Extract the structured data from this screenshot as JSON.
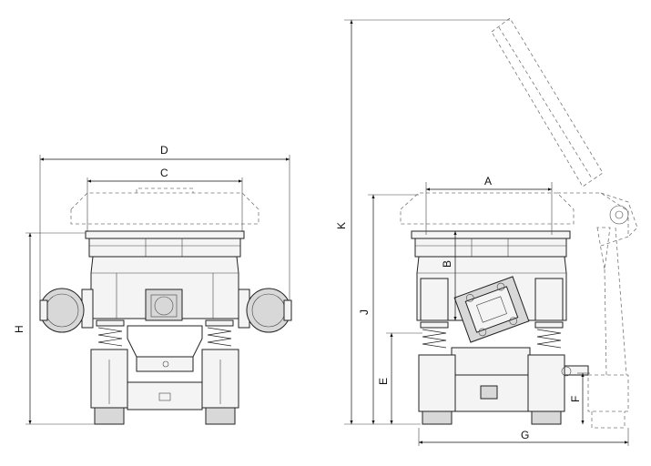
{
  "dimension_labels": {
    "A": "A",
    "B": "B",
    "C": "C",
    "D": "D",
    "E": "E",
    "F": "F",
    "G": "G",
    "H": "H",
    "J": "J",
    "K": "K"
  }
}
